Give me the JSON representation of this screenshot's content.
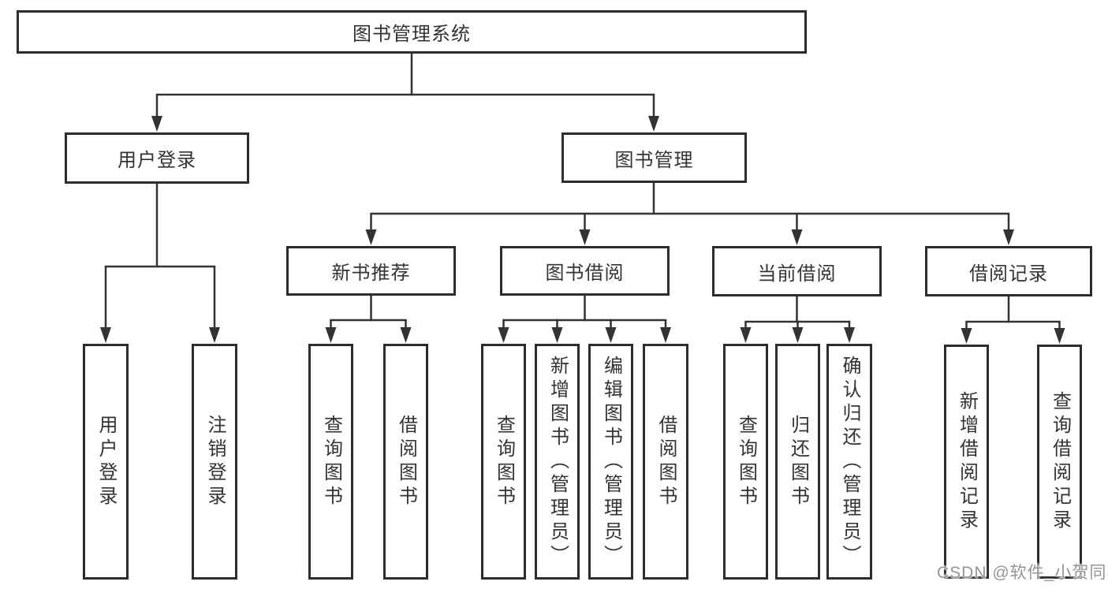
{
  "tree": {
    "label": "图书管理系统",
    "children": [
      {
        "label": "用户登录",
        "children": [
          {
            "label": "用户登录"
          },
          {
            "label": "注销登录"
          }
        ]
      },
      {
        "label": "图书管理",
        "children": [
          {
            "label": "新书推荐",
            "children": [
              {
                "label": "查询图书"
              },
              {
                "label": "借阅图书"
              }
            ]
          },
          {
            "label": "图书借阅",
            "children": [
              {
                "label": "查询图书"
              },
              {
                "label": "新增图书（管理员）"
              },
              {
                "label": "编辑图书（管理员）"
              },
              {
                "label": "借阅图书"
              }
            ]
          },
          {
            "label": "当前借阅",
            "children": [
              {
                "label": "查询图书"
              },
              {
                "label": "归还图书"
              },
              {
                "label": "确认归还（管理员）"
              }
            ]
          },
          {
            "label": "借阅记录",
            "children": [
              {
                "label": "新增借阅记录"
              },
              {
                "label": "查询借阅记录"
              }
            ]
          }
        ]
      }
    ]
  },
  "watermark": {
    "text": "CSDN @软件_小贺同学"
  },
  "colors": {
    "background": "#ffffff",
    "box_border": "#2d2d2d",
    "connector_line": "#333333",
    "text": "#333333",
    "watermark_text": "#949494"
  }
}
